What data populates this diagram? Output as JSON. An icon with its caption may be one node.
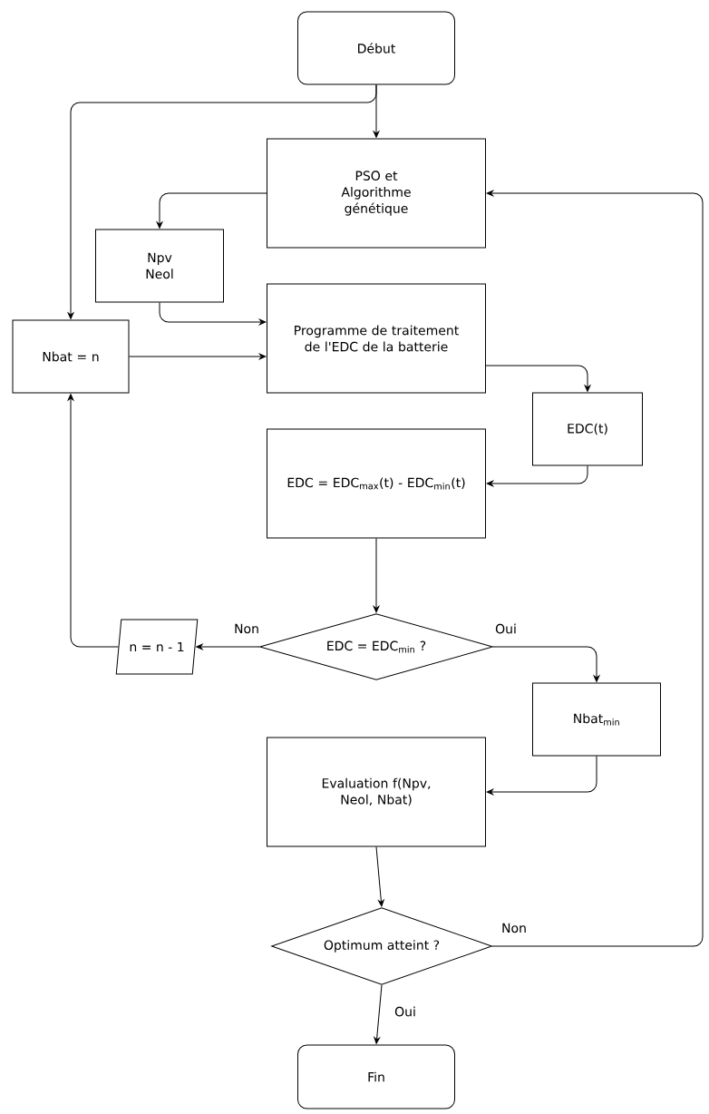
{
  "diagram": {
    "nodes": [
      {
        "text": [
          "Début"
        ]
      },
      {
        "text": [
          "PSO et Algorithme génétique"
        ]
      },
      {
        "text": [
          "Npv Neol"
        ]
      },
      {
        "text": [
          "Nbat = n"
        ]
      },
      {
        "text": [
          "Programme de traitement de l'EDC de la batterie"
        ]
      },
      {
        "text": [
          "EDC(t)"
        ]
      },
      {
        "text": [
          "EDC = EDC$_{max}$(t) - EDC$_{min}$(t)"
        ]
      },
      {
        "text": [
          "EDC = EDC$_{min}$ ?"
        ]
      },
      {
        "text": [
          "n = n - 1"
        ]
      },
      {
        "text": [
          "Nbat$_{min}$"
        ]
      },
      {
        "text": [
          "Evaluation f(Npv, Neol, Nbat)"
        ]
      },
      {
        "text": [
          "Optimum atteint ?"
        ]
      },
      {
        "text": [
          "Fin"
        ]
      }
    ],
    "edges": [
      {
        "from": 0,
        "to": 1,
        "arrow": "to"
      },
      {
        "from": 0,
        "to": 3,
        "arrow": "to"
      },
      {
        "from": 1,
        "to": 2,
        "arrow": "to"
      },
      {
        "from": 2,
        "to": 4,
        "arrow": "to"
      },
      {
        "from": 3,
        "to": 4,
        "arrow": "to"
      },
      {
        "from": 4,
        "to": 5,
        "arrow": "to"
      },
      {
        "from": 5,
        "to": 6,
        "arrow": "to"
      },
      {
        "from": 6,
        "to": 7,
        "arrow": "to"
      },
      {
        "from": 7,
        "to": 8,
        "arrow": "to",
        "label": "Non"
      },
      {
        "from": 8,
        "to": 3,
        "arrow": "to"
      },
      {
        "from": 7,
        "to": 9,
        "arrow": "to",
        "label": "Oui"
      },
      {
        "from": 9,
        "to": 10,
        "arrow": "to"
      },
      {
        "from": 10,
        "to": 11,
        "arrow": "to"
      },
      {
        "from": 11,
        "to": 12,
        "arrow": "to",
        "label": "Oui"
      },
      {
        "from": 11,
        "to": 1,
        "arrow": "to",
        "label": "Non"
      }
    ]
  }
}
